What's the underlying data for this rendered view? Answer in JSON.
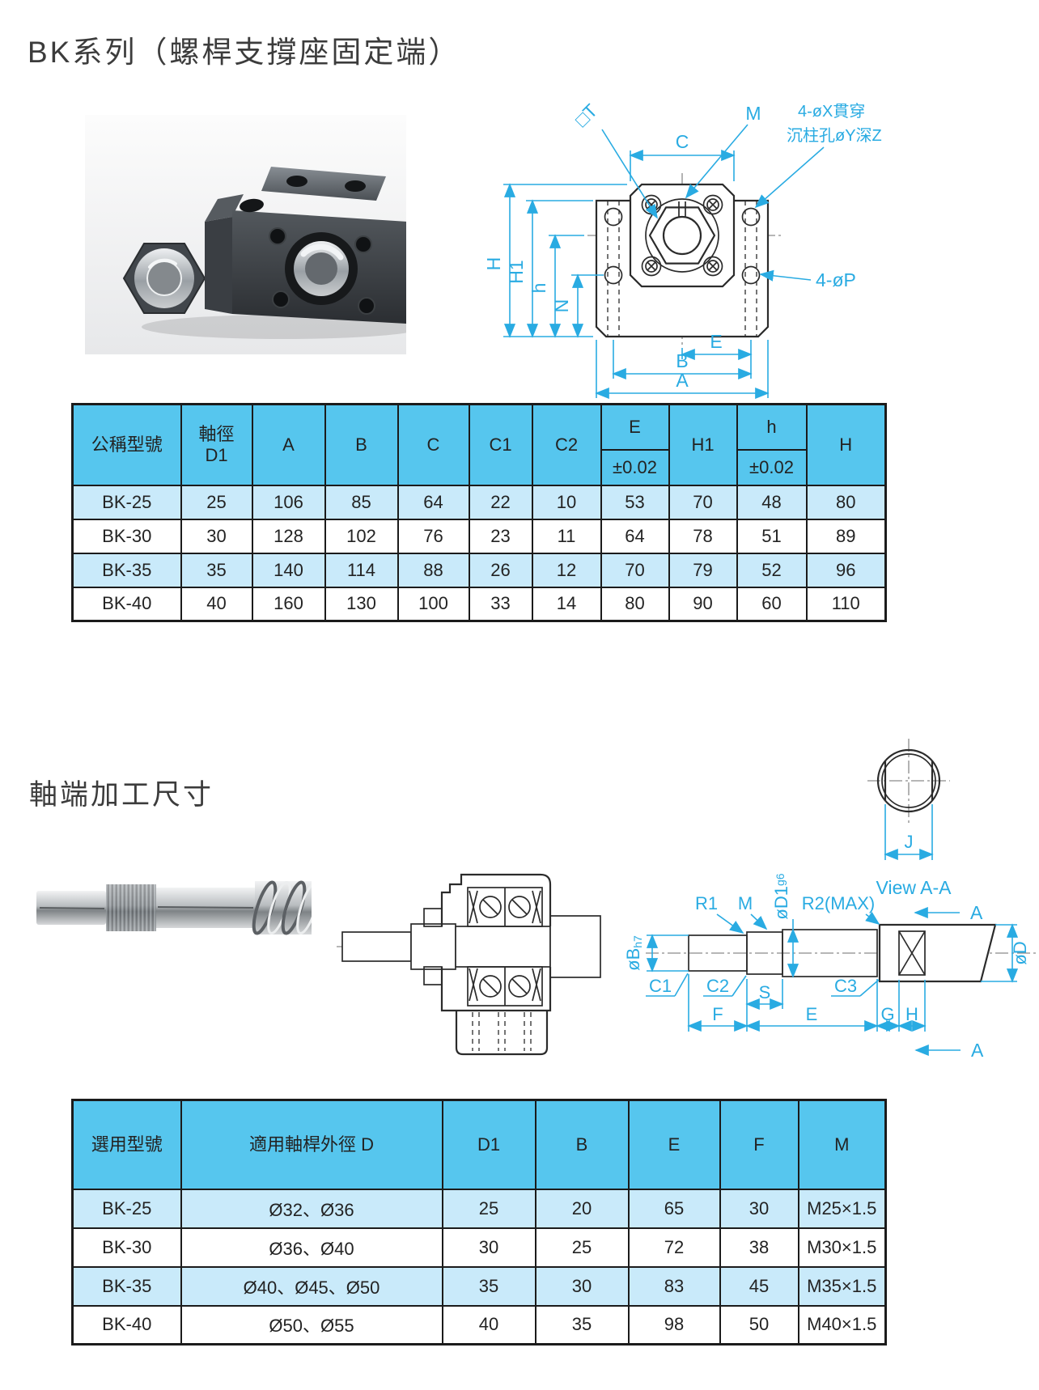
{
  "page": {
    "title": "BK系列（螺桿支撐座固定端）",
    "section2_title": "軸端加工尺寸"
  },
  "front_view": {
    "t": "□T",
    "c": "C",
    "m": "M",
    "note1": "4-øX貫穿",
    "note2": "沉柱孔øY深Z",
    "h": "H",
    "h1": "H1",
    "n": "N",
    "hs": "h",
    "p": "4-øP",
    "e": "E",
    "b": "B",
    "a": "A"
  },
  "shaft_view": {
    "j": "J",
    "view_label": "View A-A",
    "a_top": "A",
    "a_bottom": "A",
    "r1": "R1",
    "m": "M",
    "d1": "øD1",
    "d1_tol": "g6",
    "r2": "R2(MAX)",
    "b": "øB",
    "b_tol": "h7",
    "d": "øD",
    "c1": "C1",
    "c2": "C2",
    "s": "S",
    "c3": "C3",
    "f": "F",
    "e": "E",
    "g": "G",
    "h": "H"
  },
  "table1": {
    "header": {
      "model": "公稱型號",
      "shaft_dia_1": "軸徑",
      "shaft_dia_2": "D1",
      "a": "A",
      "b": "B",
      "c": "C",
      "c1": "C1",
      "c2": "C2",
      "e": "E",
      "e_tol": "±0.02",
      "h1": "H1",
      "hs": "h",
      "hs_tol": "±0.02",
      "h": "H"
    },
    "rows": [
      [
        "BK-25",
        "25",
        "106",
        "85",
        "64",
        "22",
        "10",
        "53",
        "70",
        "48",
        "80"
      ],
      [
        "BK-30",
        "30",
        "128",
        "102",
        "76",
        "23",
        "11",
        "64",
        "78",
        "51",
        "89"
      ],
      [
        "BK-35",
        "35",
        "140",
        "114",
        "88",
        "26",
        "12",
        "70",
        "79",
        "52",
        "96"
      ],
      [
        "BK-40",
        "40",
        "160",
        "130",
        "100",
        "33",
        "14",
        "80",
        "90",
        "60",
        "110"
      ]
    ]
  },
  "table2": {
    "header": {
      "model": "選用型號",
      "outer_dia": "適用軸桿外徑 D",
      "d1": "D1",
      "b": "B",
      "e": "E",
      "f": "F",
      "m": "M"
    },
    "rows": [
      [
        "BK-25",
        "Ø32、Ø36",
        "25",
        "20",
        "65",
        "30",
        "M25×1.5"
      ],
      [
        "BK-30",
        "Ø36、Ø40",
        "30",
        "25",
        "72",
        "38",
        "M30×1.5"
      ],
      [
        "BK-35",
        "Ø40、Ø45、Ø50",
        "35",
        "30",
        "83",
        "45",
        "M35×1.5"
      ],
      [
        "BK-40",
        "Ø50、Ø55",
        "40",
        "35",
        "98",
        "50",
        "M40×1.5"
      ]
    ]
  },
  "colors": {
    "header_bg": "#56c6ee",
    "row_alt_bg": "#c9eafa",
    "dim_line": "#29abe2",
    "drawing_line": "#2b2b2b"
  }
}
